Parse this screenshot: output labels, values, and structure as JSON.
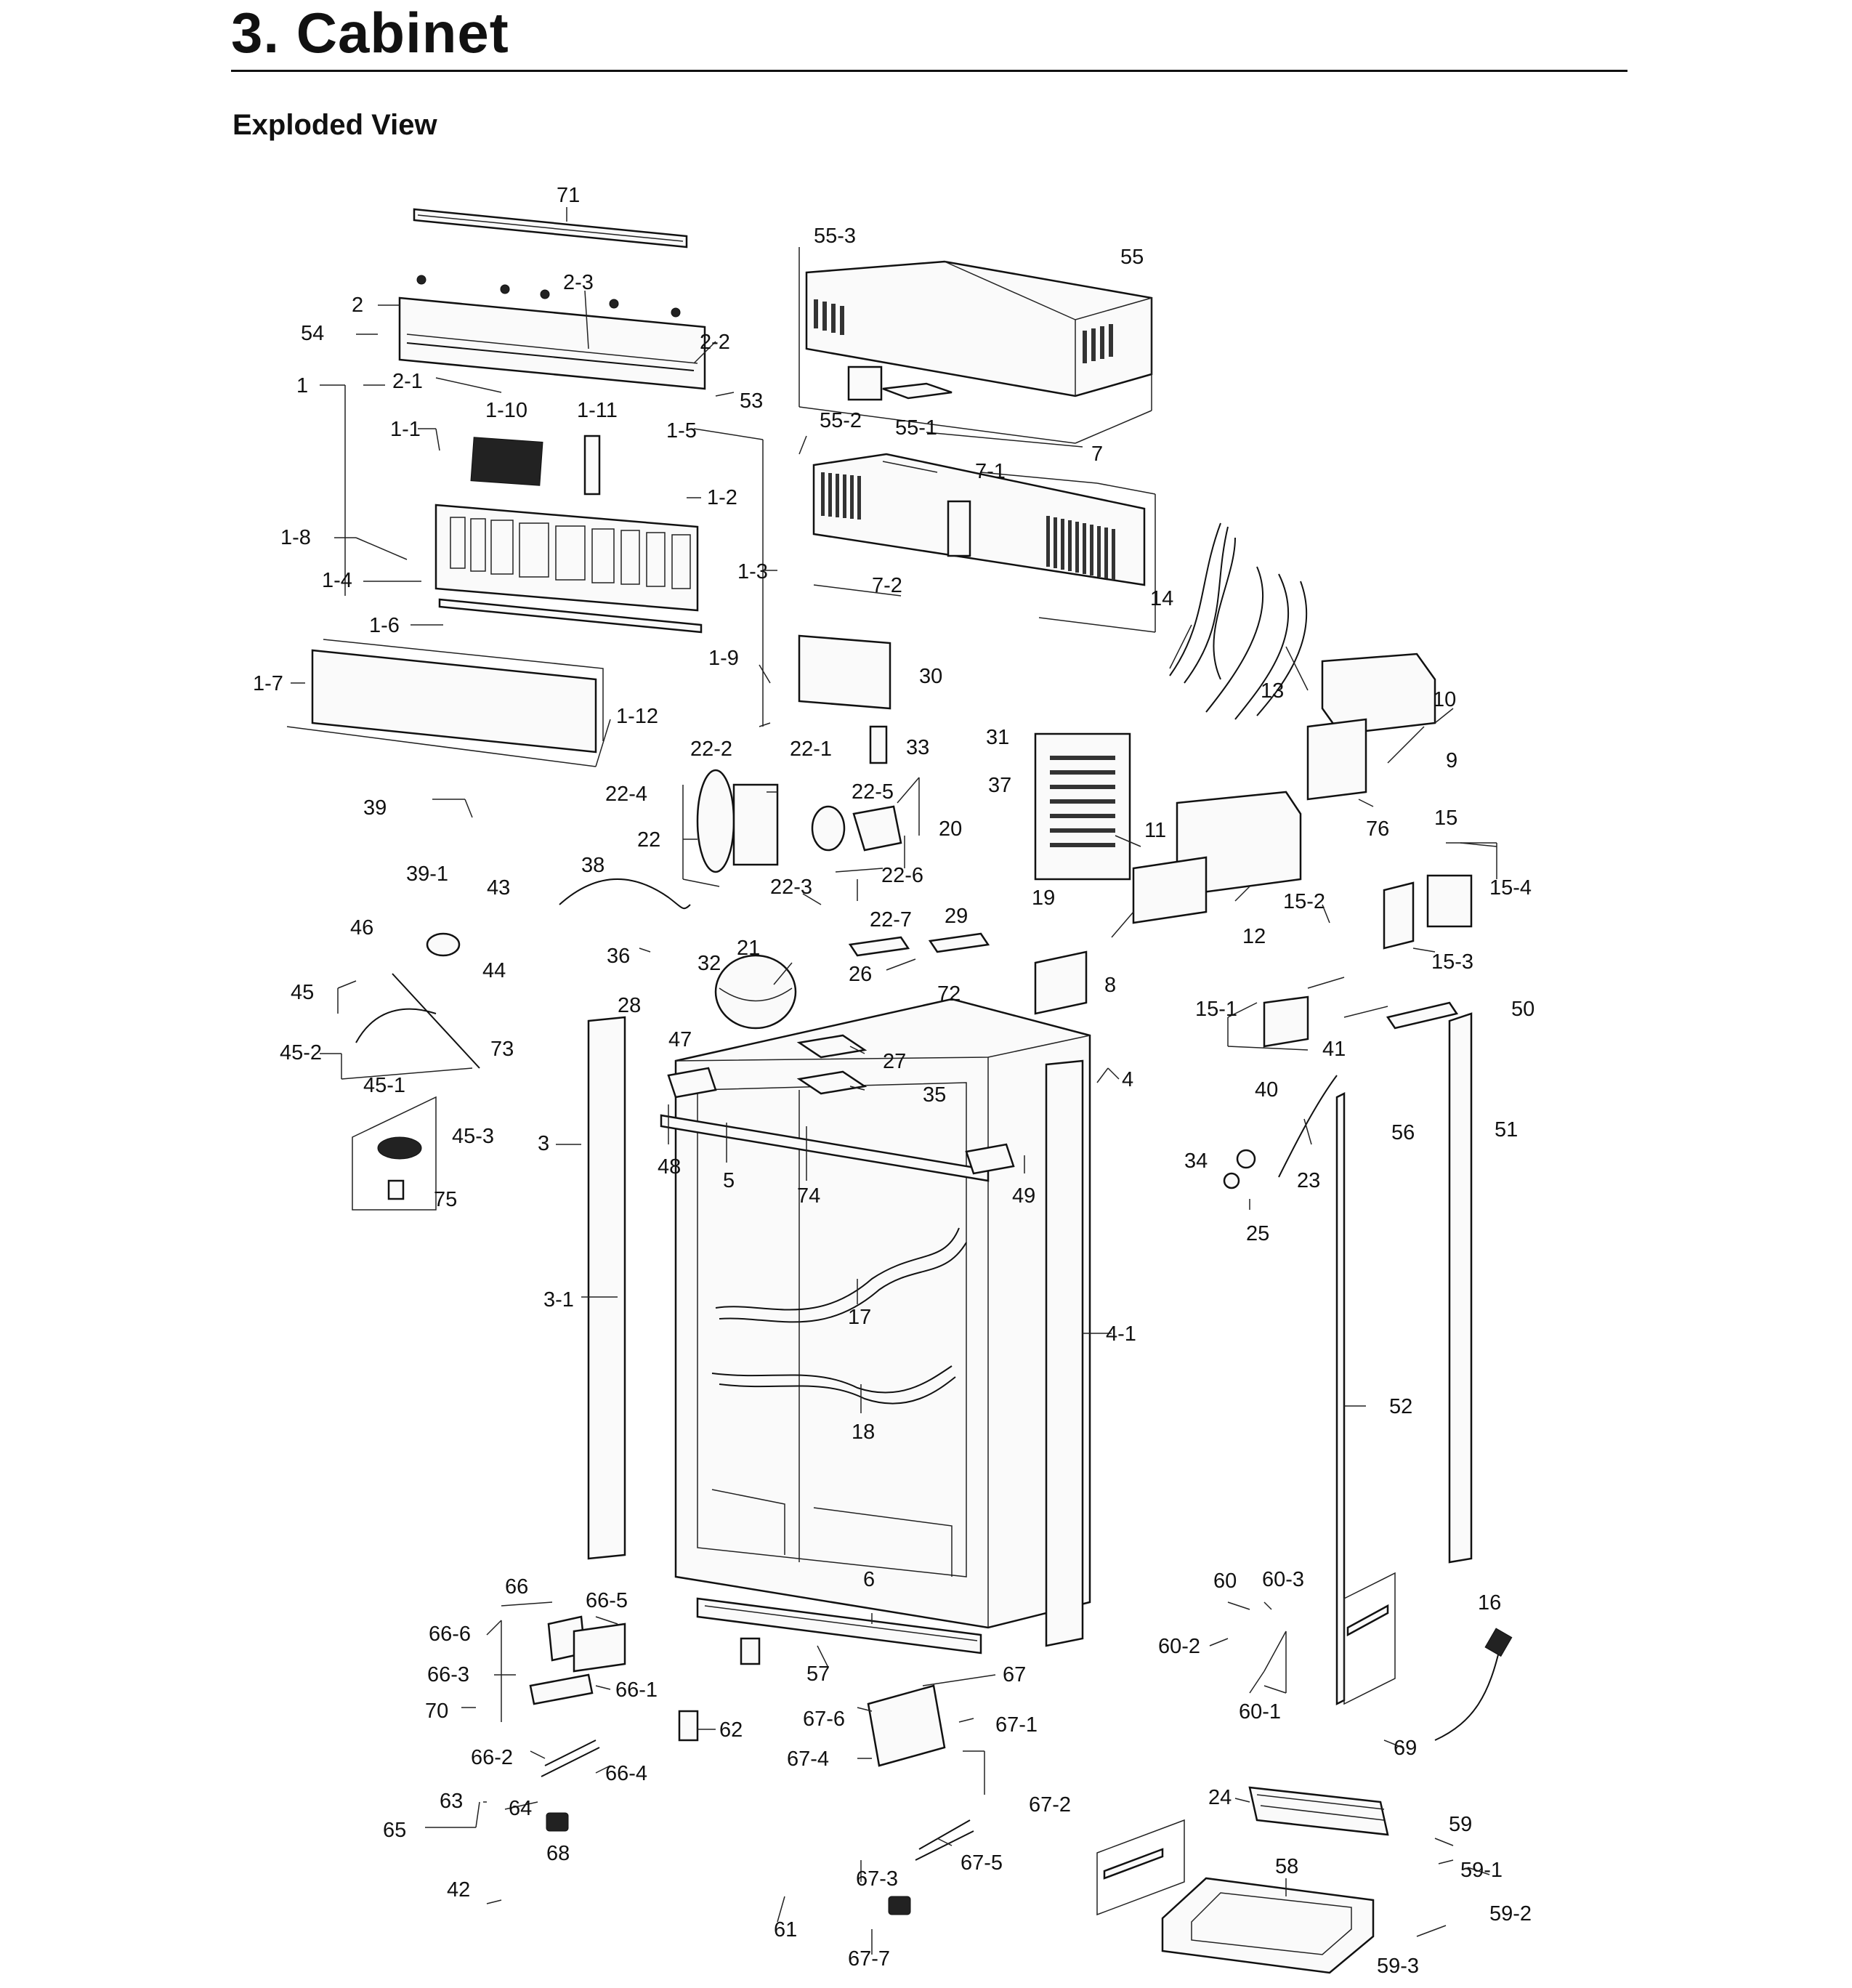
{
  "section_title": "3.  Cabinet",
  "subtitle": "Exploded View",
  "part_labels": [
    "71",
    "55-3",
    "55",
    "2",
    "2-3",
    "54",
    "2-2",
    "53",
    "1",
    "2-1",
    "1-10",
    "1-11",
    "1-1",
    "1-5",
    "1-2",
    "55-2",
    "55-1",
    "7-1",
    "7",
    "1-8",
    "1-3",
    "1-4",
    "7-2",
    "1-6",
    "1-9",
    "14",
    "13",
    "30",
    "1-7",
    "1-12",
    "10",
    "33",
    "9",
    "31",
    "22-2",
    "22-1",
    "37",
    "22-4",
    "22-5",
    "20",
    "76",
    "15",
    "39",
    "22",
    "11",
    "22-6",
    "15-4",
    "39-1",
    "43",
    "38",
    "29",
    "19",
    "15-2",
    "22-3",
    "22-7",
    "12",
    "46",
    "21",
    "36",
    "32",
    "26",
    "44",
    "72",
    "8",
    "15-3",
    "45",
    "28",
    "73",
    "15-1",
    "50",
    "41",
    "47",
    "45-2",
    "27",
    "45-1",
    "4",
    "35",
    "40",
    "45-3",
    "3",
    "56",
    "51",
    "48",
    "74",
    "49",
    "34",
    "5",
    "23",
    "75",
    "25",
    "17",
    "3-1",
    "4-1",
    "18",
    "52",
    "66",
    "66-5",
    "6",
    "60",
    "60-3",
    "66-6",
    "16",
    "57",
    "66-3",
    "66-1",
    "60-2",
    "67",
    "60-1",
    "70",
    "67-6",
    "67-1",
    "62",
    "69",
    "66-2",
    "66-4",
    "67-4",
    "63",
    "24",
    "64",
    "67-2",
    "65",
    "68",
    "59",
    "67-5",
    "58",
    "59-1",
    "42",
    "67-3",
    "59-2",
    "61",
    "67-7",
    "59-3"
  ]
}
